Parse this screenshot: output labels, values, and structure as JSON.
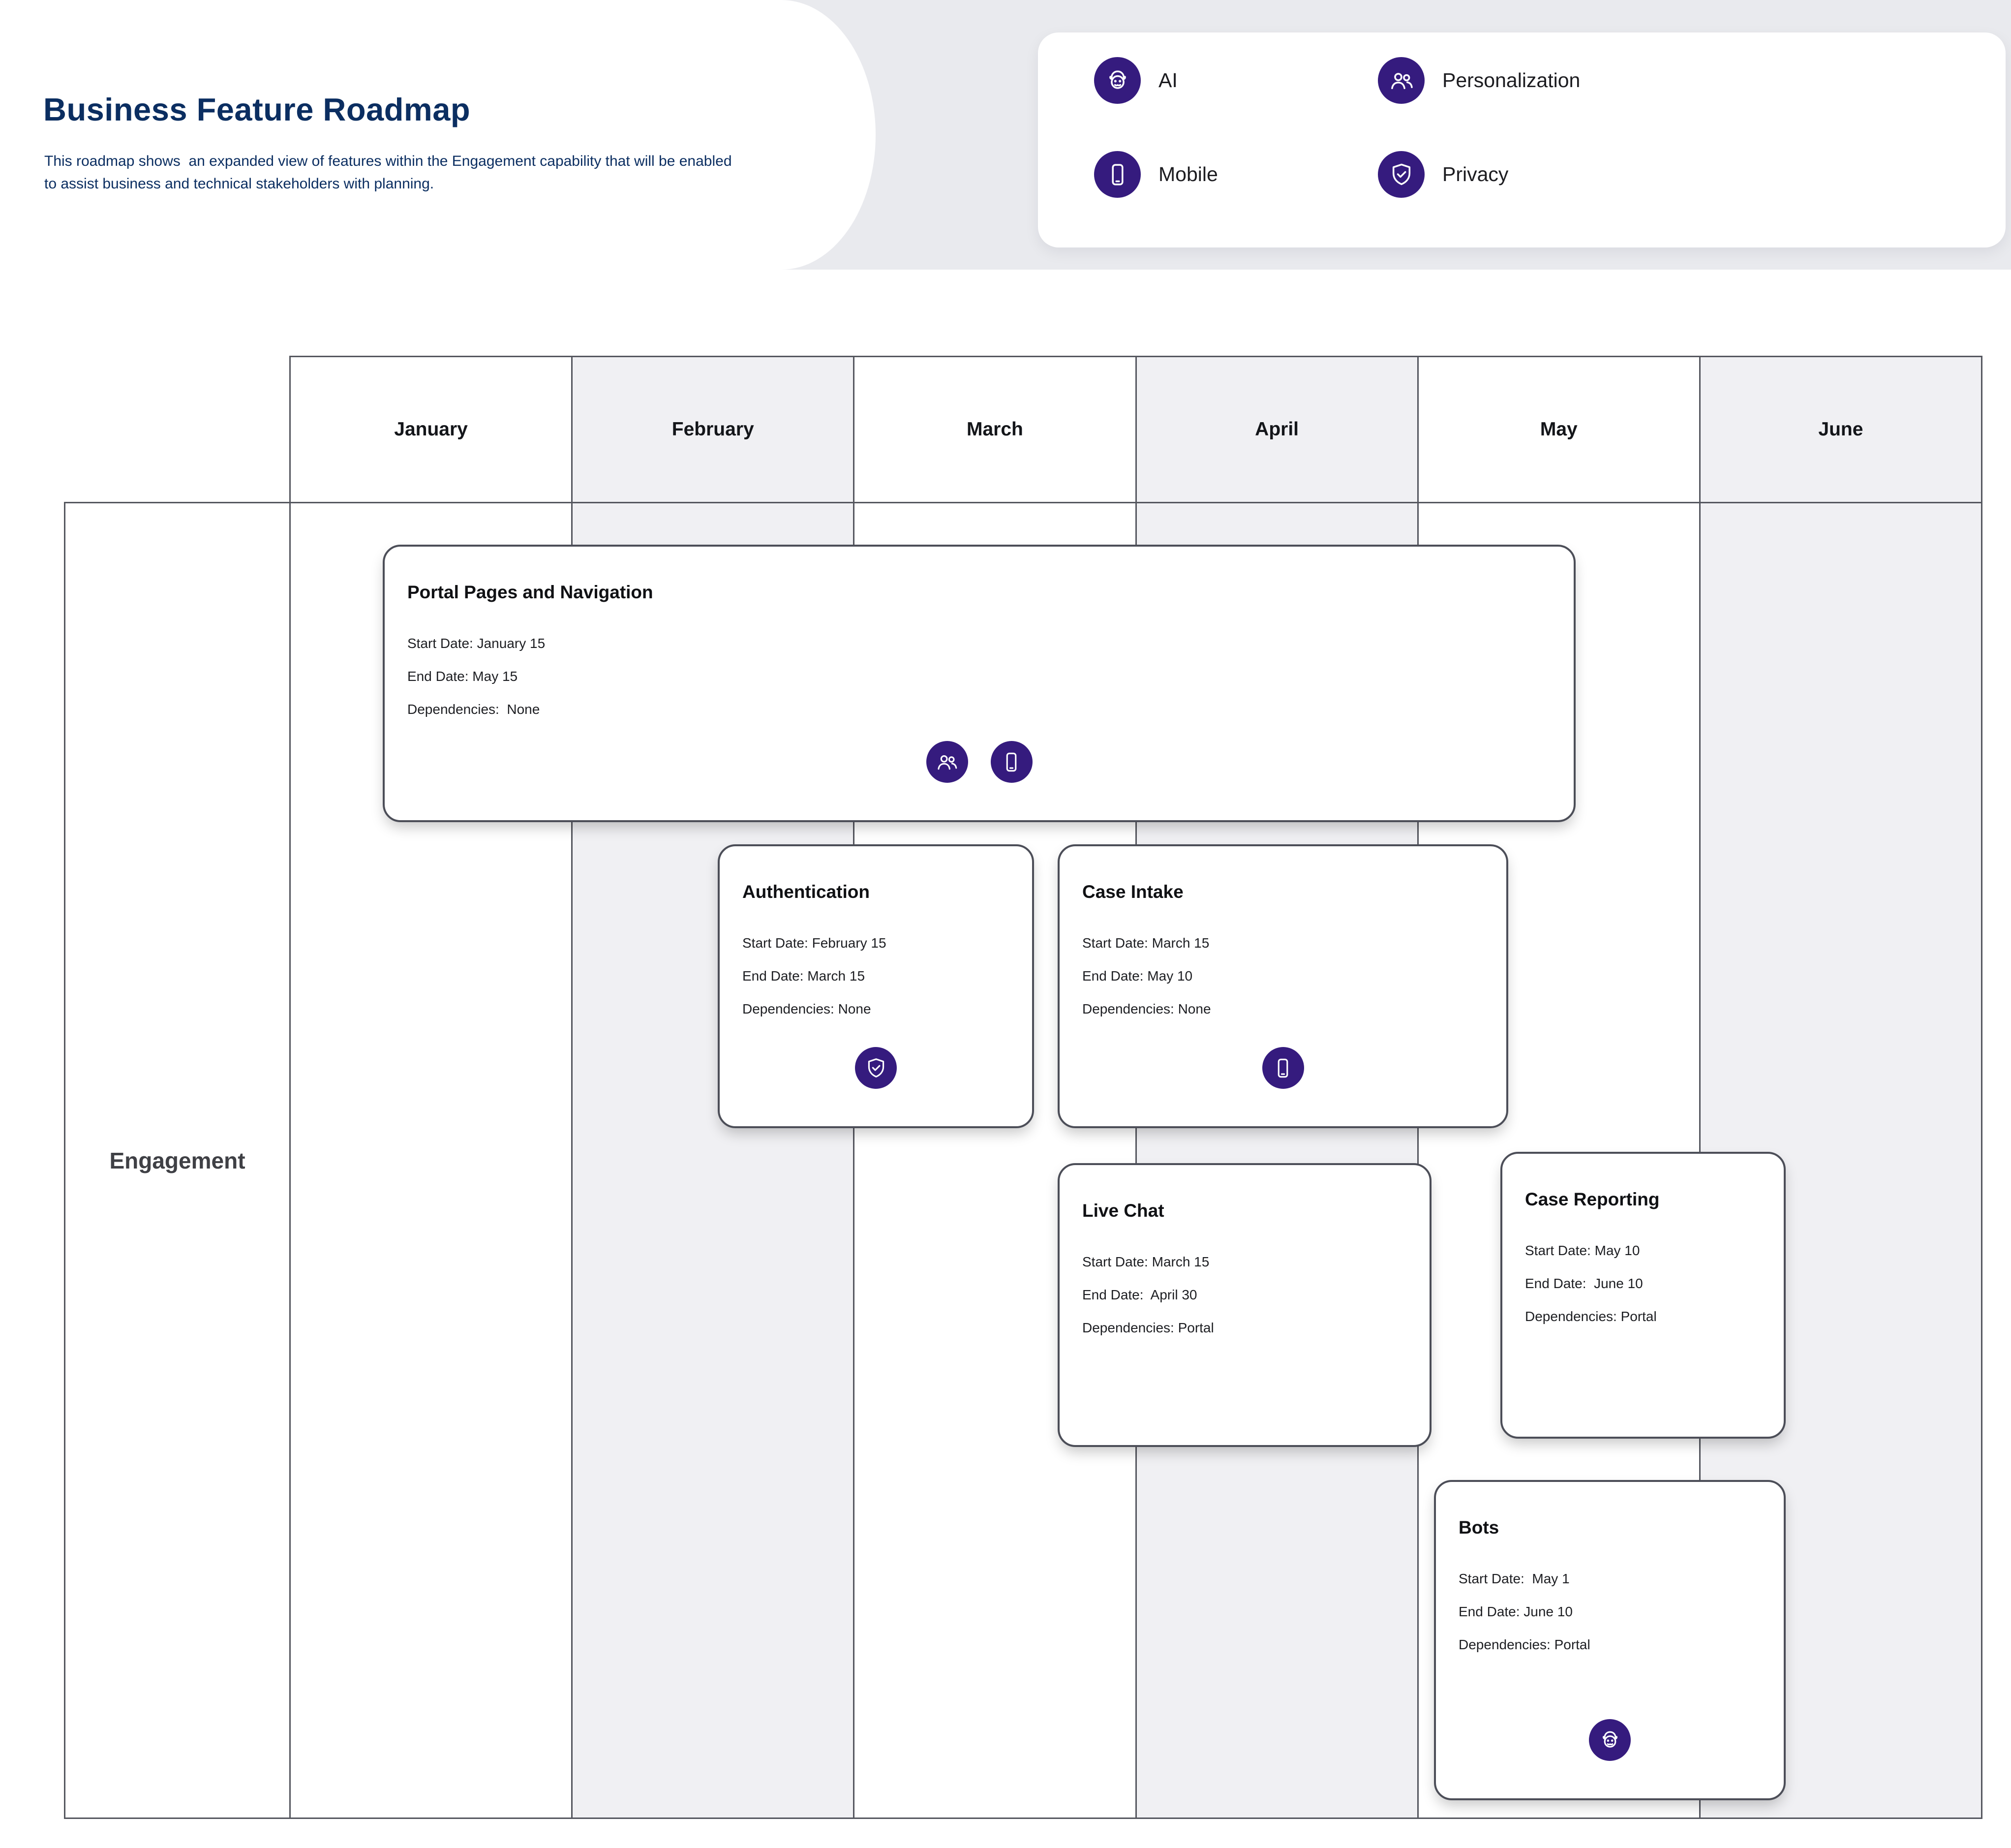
{
  "page": {
    "title": "Business Feature Roadmap",
    "subtitle": "This roadmap shows  an expanded view of features within the Engagement capability that will be enabled to assist business and technical stakeholders with planning."
  },
  "legend": {
    "items": [
      {
        "label": "AI",
        "icon": "ai-icon"
      },
      {
        "label": "Personalization",
        "icon": "personalization-icon"
      },
      {
        "label": "Mobile",
        "icon": "mobile-icon"
      },
      {
        "label": "Privacy",
        "icon": "privacy-icon"
      }
    ]
  },
  "timeline": {
    "row_label": "Engagement",
    "months": [
      "January",
      "February",
      "March",
      "April",
      "May",
      "June"
    ]
  },
  "cards": [
    {
      "title": "Portal Pages and Navigation",
      "start": "Start Date: January 15",
      "end": "End Date: May 15",
      "dependencies": "Dependencies:  None",
      "icons": [
        "personalization-icon",
        "mobile-icon"
      ]
    },
    {
      "title": "Authentication",
      "start": "Start Date: February 15",
      "end": "End Date: March 15",
      "dependencies": "Dependencies: None",
      "icons": [
        "privacy-icon"
      ]
    },
    {
      "title": "Case Intake",
      "start": "Start Date: March 15",
      "end": "End Date: May 10",
      "dependencies": "Dependencies: None",
      "icons": [
        "mobile-icon"
      ]
    },
    {
      "title": "Live Chat",
      "start": "Start Date: March 15",
      "end": "End Date:  April 30",
      "dependencies": "Dependencies: Portal",
      "icons": []
    },
    {
      "title": "Case Reporting",
      "start": "Start Date: May 10",
      "end": "End Date:  June 10",
      "dependencies": "Dependencies: Portal",
      "icons": []
    },
    {
      "title": "Bots",
      "start": "Start Date:  May 1",
      "end": "End Date: June 10",
      "dependencies": "Dependencies: Portal",
      "icons": [
        "ai-icon"
      ]
    }
  ],
  "colors": {
    "accent_purple": "#351B7E",
    "title_navy": "#0B2E61",
    "grid_line": "#55575F",
    "column_shade": "#F0F0F3",
    "band_shade": "#E9EAEE"
  }
}
